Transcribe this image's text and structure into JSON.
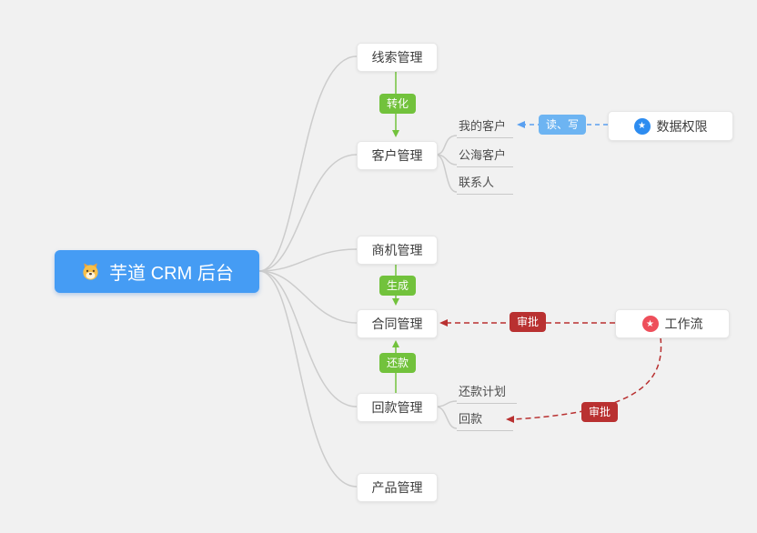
{
  "root": {
    "label": "芋道 CRM 后台",
    "icon": "dog-face-icon"
  },
  "nodes": {
    "leads": "线索管理",
    "customers": "客户管理",
    "opportunities": "商机管理",
    "contracts": "合同管理",
    "receivables": "回款管理",
    "products": "产品管理"
  },
  "sub_nodes": {
    "my_customers": "我的客户",
    "public_customers": "公海客户",
    "contacts": "联系人",
    "repayment_plan": "还款计划",
    "receivable": "回款"
  },
  "badges": {
    "convert": "转化",
    "generate": "生成",
    "repay": "还款",
    "read_write": "读、写",
    "approve_contract": "审批",
    "approve_receivable": "审批"
  },
  "side_nodes": {
    "data_permission": {
      "label": "数据权限",
      "icon": "star-circle-icon"
    },
    "workflow": {
      "label": "工作流",
      "icon": "star-circle-icon"
    }
  },
  "colors": {
    "background": "#f1f1f1",
    "root_bg": "#459cf4",
    "node_bg": "#ffffff",
    "green_accent": "#72c23c",
    "red_accent": "#b93131",
    "blue_accent": "#6db4f2",
    "blue_line": "#5aa0f0",
    "gray_line": "#cccccc"
  }
}
